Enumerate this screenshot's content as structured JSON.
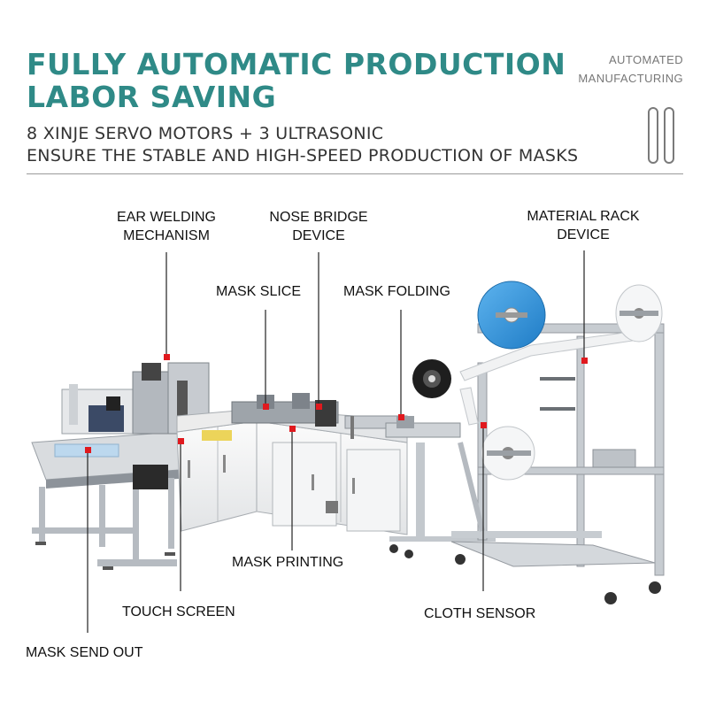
{
  "header": {
    "title_line1": "FULLY AUTOMATIC PRODUCTION",
    "title_line2": "LABOR SAVING",
    "subtitle_line1": "8 XINJE SERVO MOTORS + 3 ULTRASONIC",
    "subtitle_line2": "ENSURE THE STABLE AND HIGH-SPEED PRODUCTION OF MASKS",
    "tag_line1": "AUTOMATED",
    "tag_line2": "MANUFACTURING"
  },
  "colors": {
    "title": "#2f8a87",
    "marker": "#e0191e",
    "roll_blue": "#2f8fd6",
    "frame": "#b9bec4"
  },
  "callouts": {
    "ear_welding_1": "EAR WELDING",
    "ear_welding_2": "MECHANISM",
    "nose_bridge_1": "NOSE BRIDGE",
    "nose_bridge_2": "DEVICE",
    "material_rack_1": "MATERIAL RACK",
    "material_rack_2": "DEVICE",
    "mask_slice": "MASK SLICE",
    "mask_folding": "MASK FOLDING",
    "mask_printing": "MASK PRINTING",
    "touch_screen": "TOUCH SCREEN",
    "cloth_sensor": "CLOTH SENSOR",
    "mask_send_out": "MASK SEND OUT"
  }
}
